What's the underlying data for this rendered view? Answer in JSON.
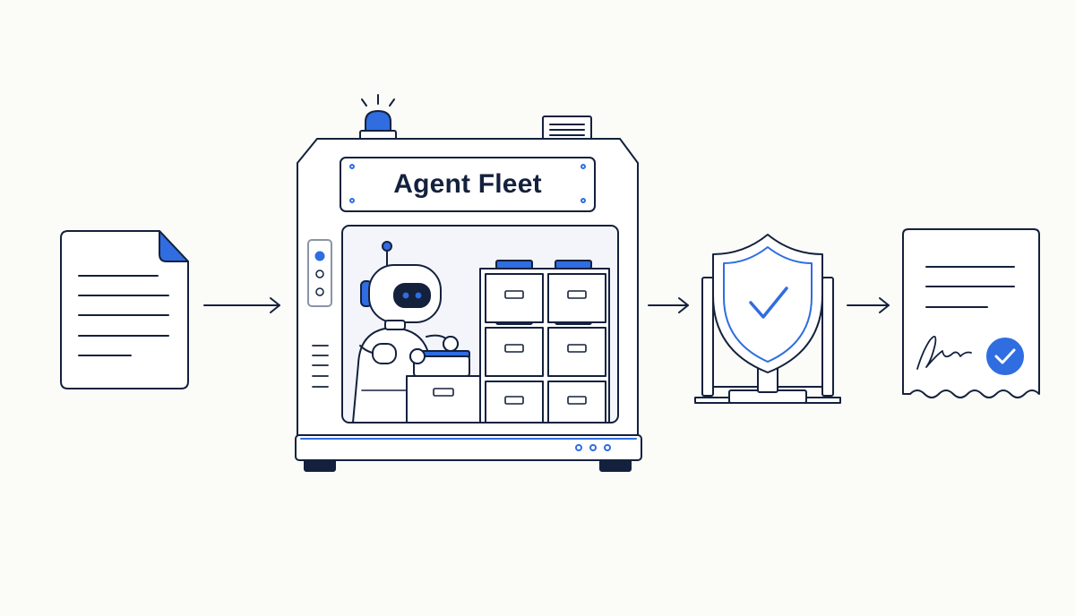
{
  "title": "Agent Fleet",
  "colors": {
    "ink": "#14213d",
    "accent": "#2f6de1",
    "accent_dark": "#1f57c8",
    "paper": "#ffffff",
    "panel": "#f3f5fa",
    "background": "#fbfbf8"
  },
  "nodes": [
    {
      "id": "input-document",
      "icon": "document-icon"
    },
    {
      "id": "agent-fleet-machine",
      "icon": "robot-icon"
    },
    {
      "id": "verification-shield",
      "icon": "shield-check-icon"
    },
    {
      "id": "signed-receipt",
      "icon": "receipt-signature-icon"
    }
  ],
  "edges": [
    {
      "from": "input-document",
      "to": "agent-fleet-machine"
    },
    {
      "from": "agent-fleet-machine",
      "to": "verification-shield"
    },
    {
      "from": "verification-shield",
      "to": "signed-receipt"
    }
  ]
}
